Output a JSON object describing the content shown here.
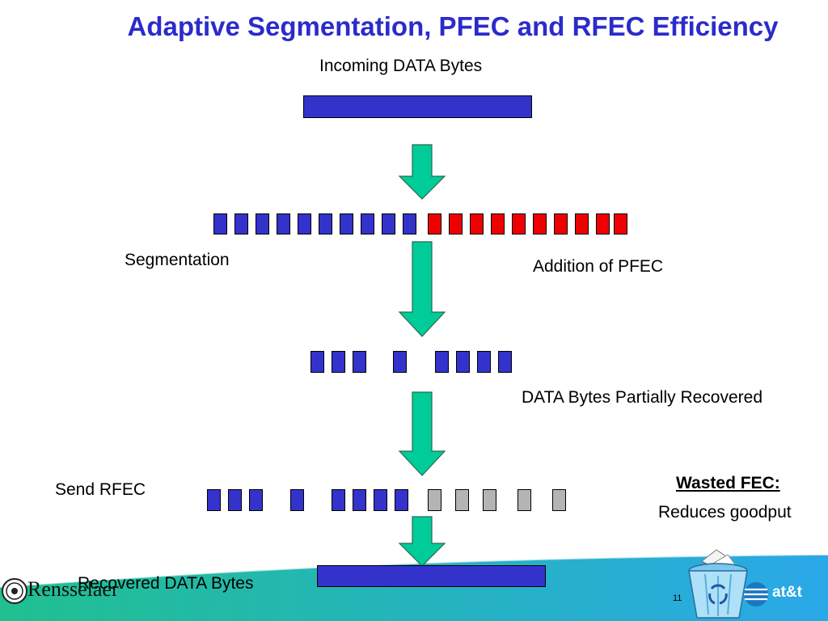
{
  "title": "Adaptive Segmentation, PFEC and RFEC Efficiency",
  "labels": {
    "incoming": "Incoming DATA Bytes",
    "segmentation": "Segmentation",
    "pfec": "Addition of PFEC",
    "partial": "DATA Bytes Partially Recovered",
    "send_rfec": "Send RFEC",
    "wasted_title": "Wasted FEC:",
    "wasted_desc": "Reduces goodput",
    "recovered": "Recovered DATA Bytes"
  },
  "footer": {
    "page_number": "11",
    "left_logo": "Rensselaer",
    "right_logo": "at&t"
  },
  "colors": {
    "title": "#2b2bcc",
    "data_block": "#3333cc",
    "pfec_block": "#ee0000",
    "wasted_block": "#b4b4b4",
    "arrow": "#00cc99",
    "band_start": "#20c090",
    "band_end": "#2aa8e8"
  },
  "icons": [
    "down-arrow-icon",
    "recycle-bin-icon",
    "rensselaer-seal-icon",
    "att-globe-icon"
  ]
}
